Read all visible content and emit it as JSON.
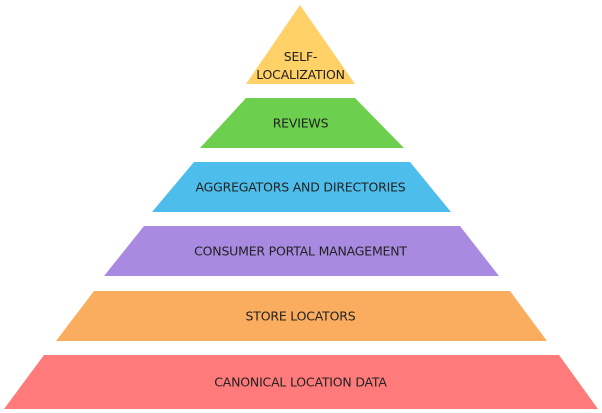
{
  "pyramid": {
    "tiers": [
      {
        "label_lines": [
          "SELF-",
          "LOCALIZATION"
        ],
        "color": "#FFD166"
      },
      {
        "label_lines": [
          "REVIEWS"
        ],
        "color": "#6CD04E"
      },
      {
        "label_lines": [
          "AGGREGATORS AND DIRECTORIES"
        ],
        "color": "#4DBEEB"
      },
      {
        "label_lines": [
          "CONSUMER PORTAL MANAGEMENT"
        ],
        "color": "#A88BE0"
      },
      {
        "label_lines": [
          "STORE LOCATORS"
        ],
        "color": "#FBAD5F"
      },
      {
        "label_lines": [
          "CANONICAL LOCATION DATA"
        ],
        "color": "#FF7A7A"
      }
    ]
  }
}
